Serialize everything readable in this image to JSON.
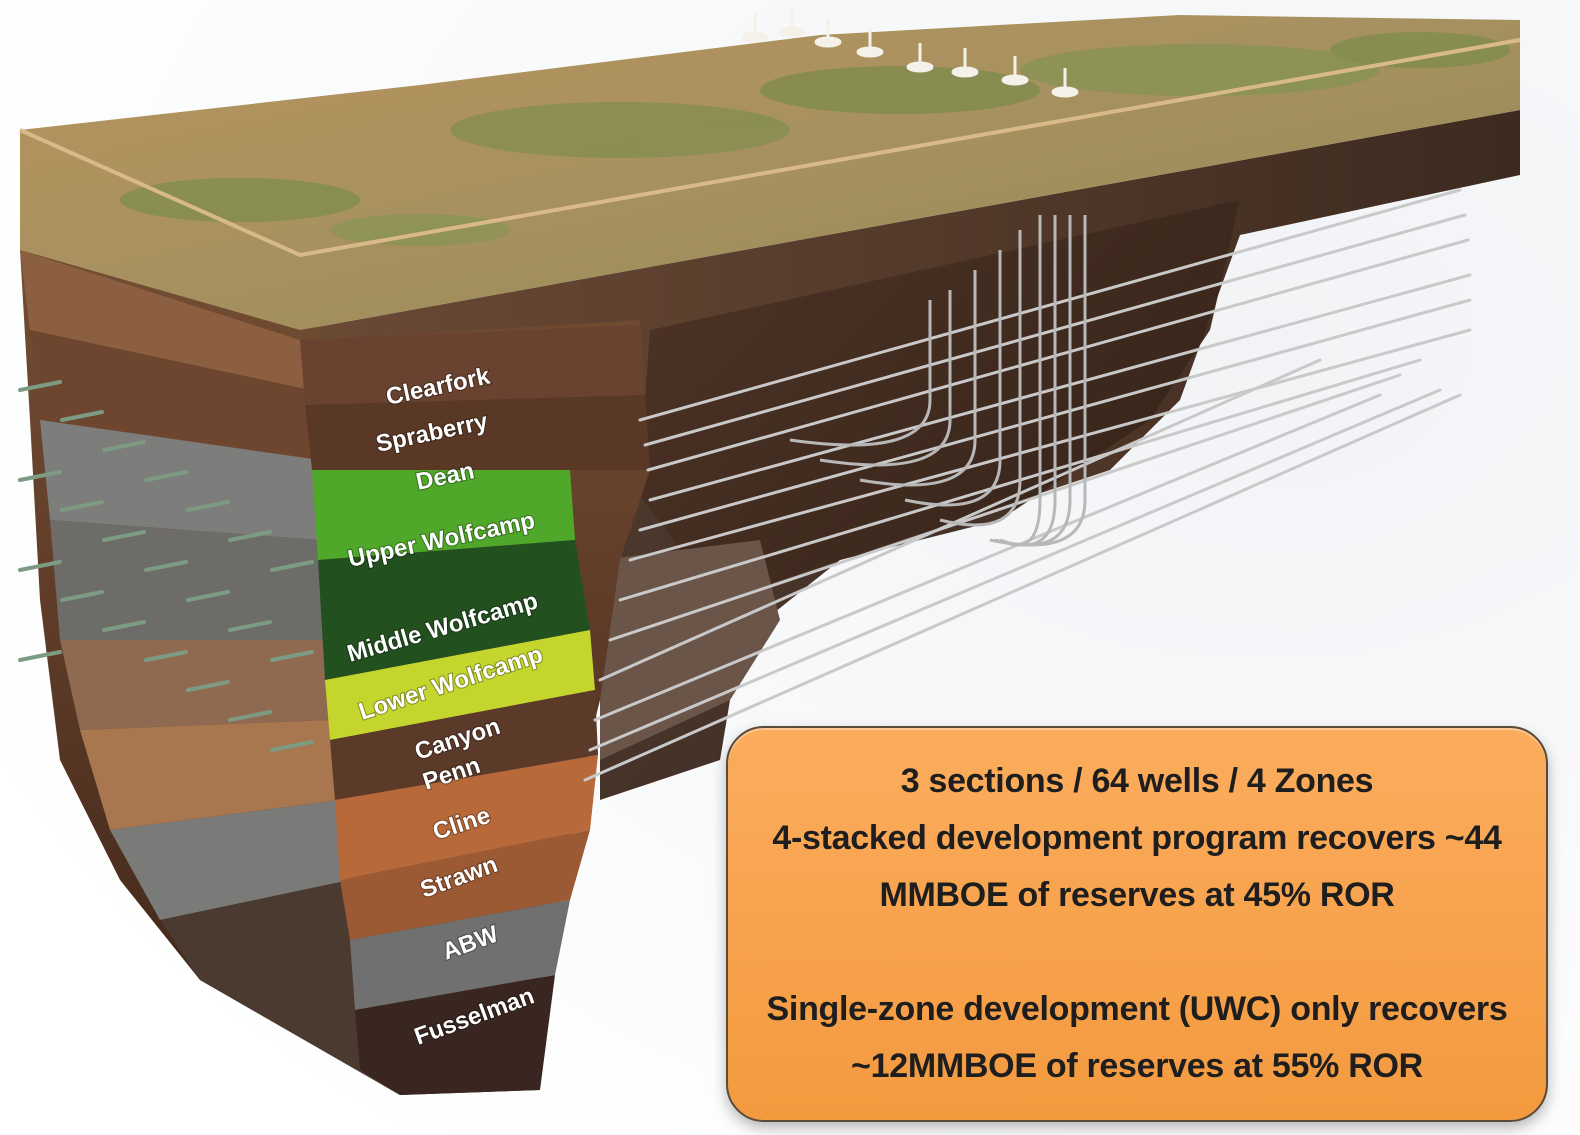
{
  "zones": [
    {
      "id": "clearfork",
      "label": "Clearfork"
    },
    {
      "id": "spraberry",
      "label": "Spraberry"
    },
    {
      "id": "dean",
      "label": "Dean"
    },
    {
      "id": "upper-wolfcamp",
      "label": "Upper Wolfcamp"
    },
    {
      "id": "middle-wolfcamp",
      "label": "Middle Wolfcamp"
    },
    {
      "id": "lower-wolfcamp",
      "label": "Lower Wolfcamp"
    },
    {
      "id": "canyon",
      "label": "Canyon"
    },
    {
      "id": "penn",
      "label": "Penn"
    },
    {
      "id": "cline",
      "label": "Cline"
    },
    {
      "id": "strawn",
      "label": "Strawn"
    },
    {
      "id": "abw",
      "label": "ABW"
    },
    {
      "id": "fusselman",
      "label": "Fusselman"
    }
  ],
  "colors": {
    "upper_wolfcamp": "#4fa82a",
    "middle_wolfcamp": "#22501f",
    "lower_wolfcamp": "#c4d52e",
    "callout": "#f7a24c",
    "ground": "#b08a55"
  },
  "callout": {
    "line1": "3 sections / 64 wells / 4 Zones",
    "line2": "4-stacked development program recovers ~44",
    "line3": "MMBOE of reserves at 45% ROR",
    "line4": "Single-zone development (UWC) only recovers",
    "line5": "~12MMBOE of reserves at 55% ROR"
  }
}
